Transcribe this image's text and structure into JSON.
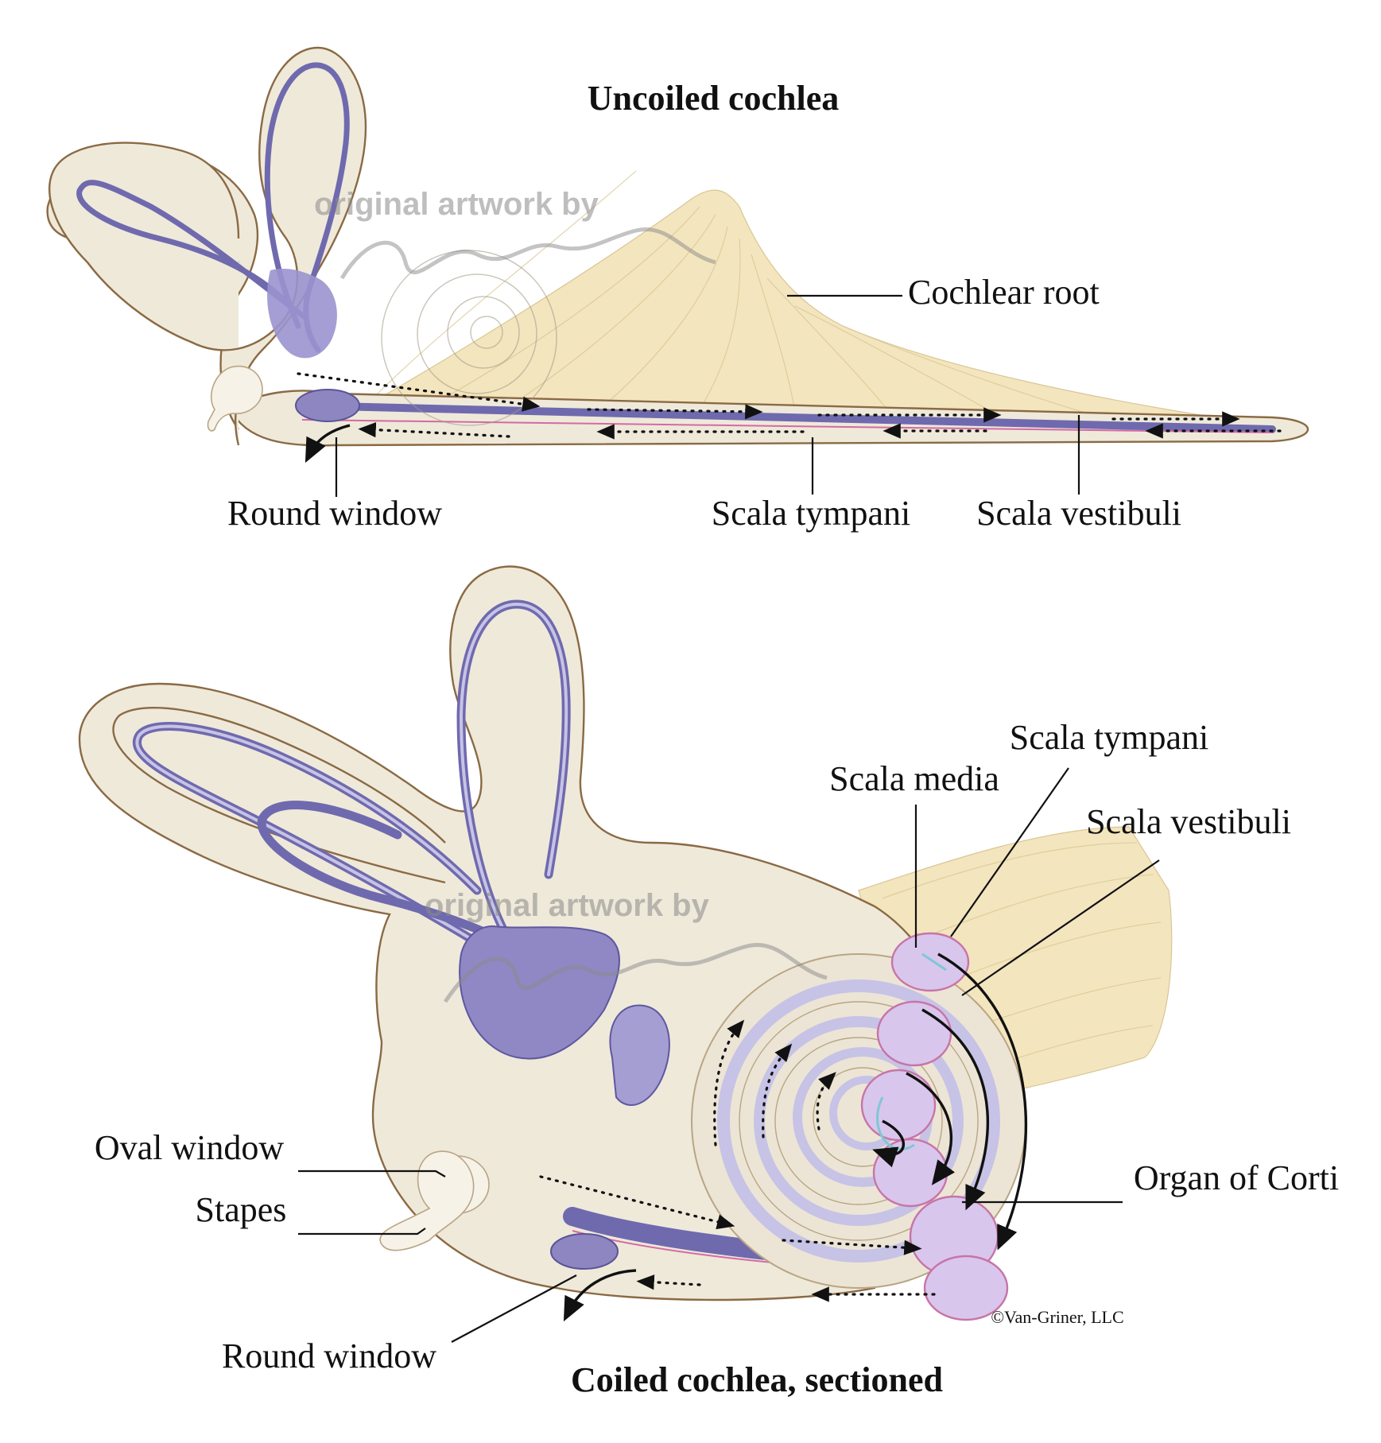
{
  "top_diagram": {
    "title": "Uncoiled cochlea",
    "labels": {
      "cochlear_root": "Cochlear root",
      "round_window": "Round window",
      "scala_tympani": "Scala tympani",
      "scala_vestibuli": "Scala vestibuli"
    },
    "watermark": "original artwork by"
  },
  "bottom_diagram": {
    "title": "Coiled cochlea, sectioned",
    "labels": {
      "scala_tympani": "Scala tympani",
      "scala_media": "Scala media",
      "scala_vestibuli": "Scala vestibuli",
      "oval_window": "Oval window",
      "stapes": "Stapes",
      "organ_of_corti": "Organ of Corti",
      "round_window": "Round window"
    },
    "watermark": "original artwork by",
    "copyright": "©Van-Griner, LLC"
  },
  "colors": {
    "bone": "#efe9da",
    "membranous_duct": "#6f6aae",
    "nerve_root": "#f3e4bb",
    "scala_media_fill": "#d9c6ec"
  }
}
